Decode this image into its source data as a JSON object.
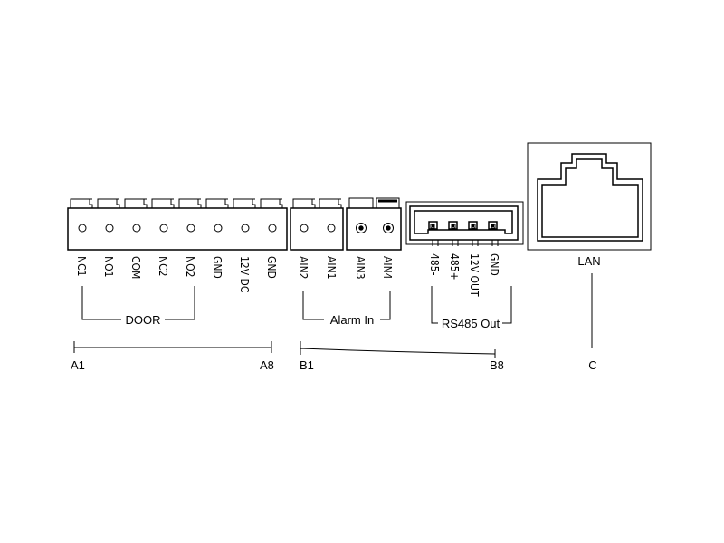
{
  "diagram": {
    "block_a": {
      "pins": [
        "NC1",
        "NO1",
        "COM",
        "NC2",
        "NO2",
        "GND",
        "12V DC",
        "GND"
      ],
      "group_label": "DOOR",
      "range_start": "A1",
      "range_end": "A8"
    },
    "block_b1": {
      "pins": [
        "AIN2",
        "AIN1"
      ]
    },
    "block_b2": {
      "pins": [
        "AIN3",
        "AIN4"
      ],
      "group_label": "Alarm In"
    },
    "rs485": {
      "pins": [
        "485-",
        "485+",
        "12V OUT",
        "GND"
      ],
      "group_label": "RS485 Out"
    },
    "range_b": {
      "start": "B1",
      "end": "B8"
    },
    "lan": {
      "label": "LAN",
      "range_label": "C"
    }
  }
}
